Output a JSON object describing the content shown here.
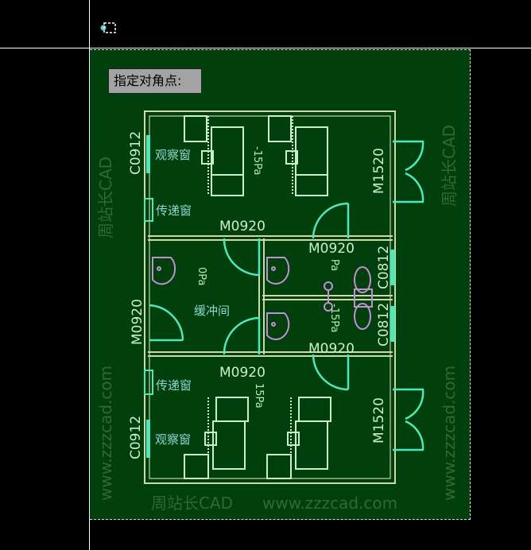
{
  "command_prompt": "指定对角点:",
  "watermarks": [
    "周站长CAD",
    "www.zzzcad.com"
  ],
  "labels": {
    "c0912_top": "C0912",
    "c0912_bottom": "C0912",
    "m1520_top": "M1520",
    "m1520_bottom": "M1520",
    "m0920_left": "M0920",
    "m0920_upper": "M0920",
    "m0920_right_top": "M0920",
    "m0920_right_bottom": "M0920",
    "m0920_lower": "M0920",
    "c0812_top": "C0812",
    "c0812_bottom": "C0812",
    "observe_window_top": "观察窗",
    "observe_window_bottom": "观察窗",
    "pass_window_top": "传递窗",
    "pass_window_bottom": "传递窗",
    "buffer_room": "缓冲间",
    "pressure_top": "-15Pa",
    "pressure_buffer": "0Pa",
    "pressure_toilet_top": "Pa",
    "pressure_toilet_bottom": "-15Pa",
    "pressure_lower": "15Pa"
  },
  "colors": {
    "canvas": "#013f0d",
    "door": "#4fe8b8",
    "wall": "#cfd8a8",
    "fixture": "#c090d0"
  }
}
